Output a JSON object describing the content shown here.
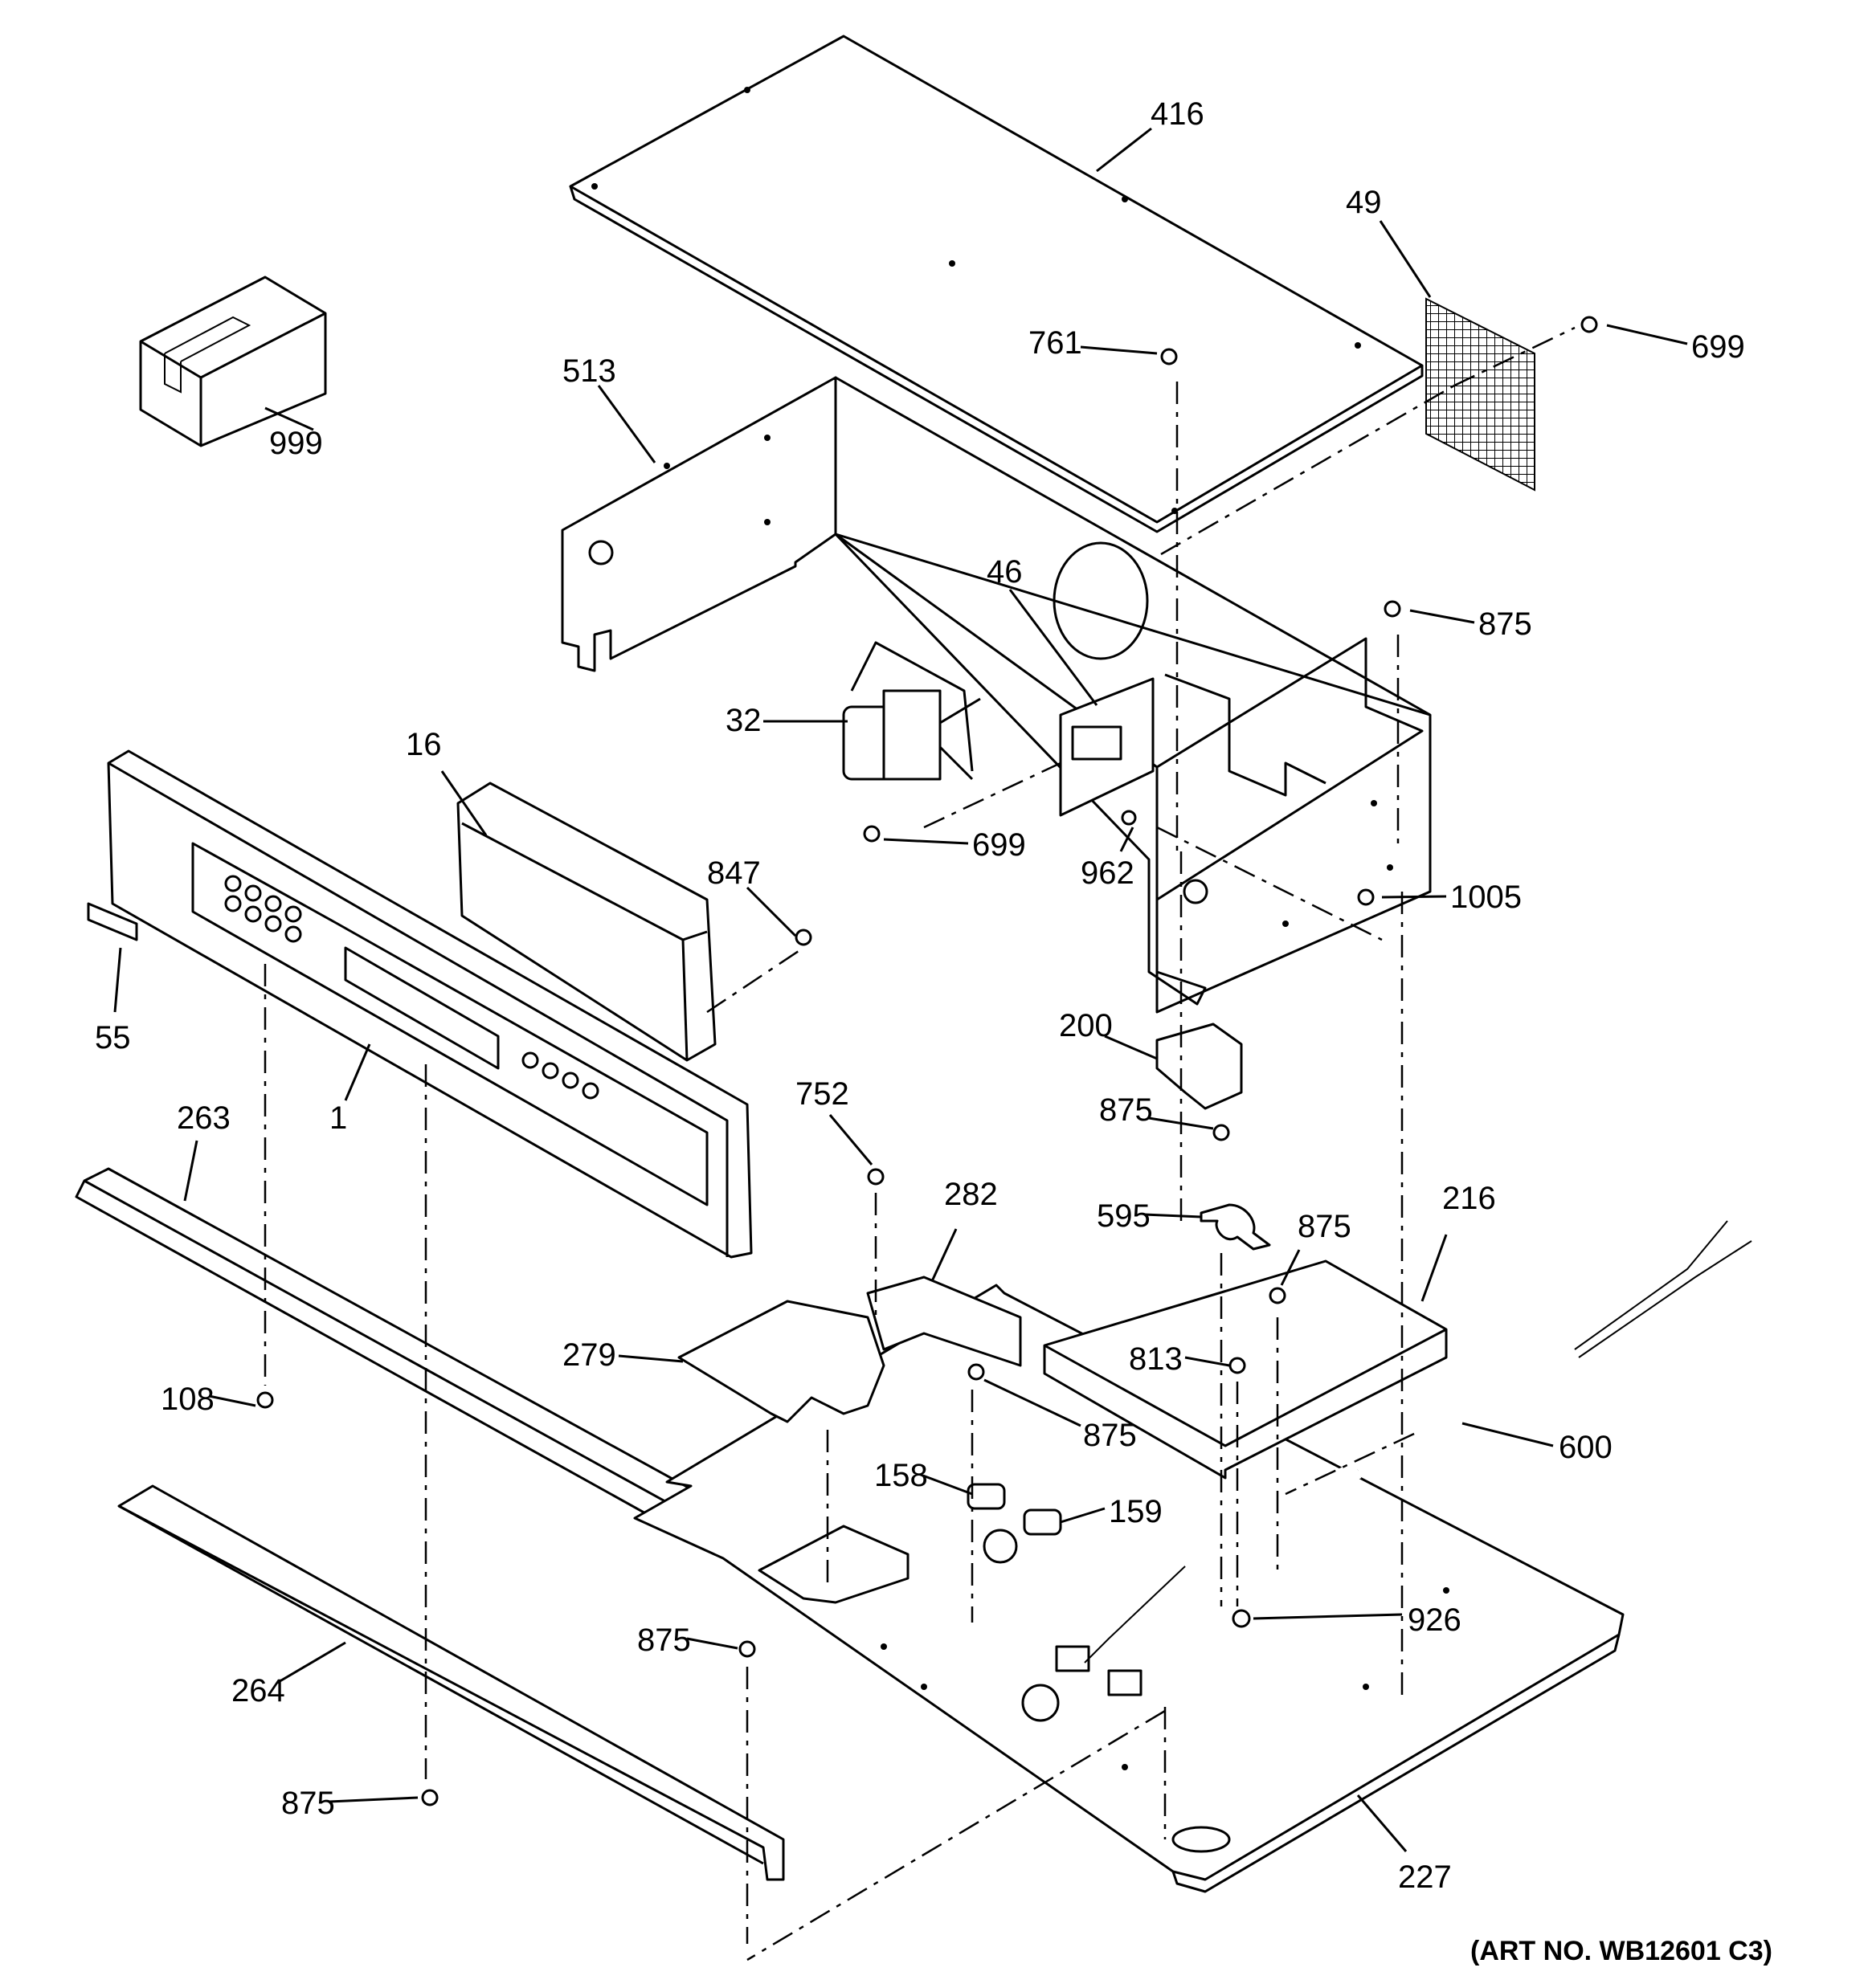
{
  "callouts": [
    {
      "id": "416",
      "text": "416"
    },
    {
      "id": "49",
      "text": "49"
    },
    {
      "id": "699a",
      "text": "699"
    },
    {
      "id": "761",
      "text": "761"
    },
    {
      "id": "513",
      "text": "513"
    },
    {
      "id": "999",
      "text": "999"
    },
    {
      "id": "46",
      "text": "46"
    },
    {
      "id": "875a",
      "text": "875"
    },
    {
      "id": "32",
      "text": "32"
    },
    {
      "id": "16",
      "text": "16"
    },
    {
      "id": "699b",
      "text": "699"
    },
    {
      "id": "962",
      "text": "962"
    },
    {
      "id": "1005",
      "text": "1005"
    },
    {
      "id": "847",
      "text": "847"
    },
    {
      "id": "55",
      "text": "55"
    },
    {
      "id": "200",
      "text": "200"
    },
    {
      "id": "875b",
      "text": "875"
    },
    {
      "id": "752",
      "text": "752"
    },
    {
      "id": "263",
      "text": "263"
    },
    {
      "id": "1",
      "text": "1"
    },
    {
      "id": "282",
      "text": "282"
    },
    {
      "id": "216",
      "text": "216"
    },
    {
      "id": "595",
      "text": "595"
    },
    {
      "id": "875c",
      "text": "875"
    },
    {
      "id": "279",
      "text": "279"
    },
    {
      "id": "813",
      "text": "813"
    },
    {
      "id": "108",
      "text": "108"
    },
    {
      "id": "875d",
      "text": "875"
    },
    {
      "id": "600",
      "text": "600"
    },
    {
      "id": "158",
      "text": "158"
    },
    {
      "id": "159",
      "text": "159"
    },
    {
      "id": "926",
      "text": "926"
    },
    {
      "id": "875e",
      "text": "875"
    },
    {
      "id": "264",
      "text": "264"
    },
    {
      "id": "875f",
      "text": "875"
    },
    {
      "id": "227",
      "text": "227"
    }
  ],
  "art_number": "(ART NO. WB12601 C3)"
}
